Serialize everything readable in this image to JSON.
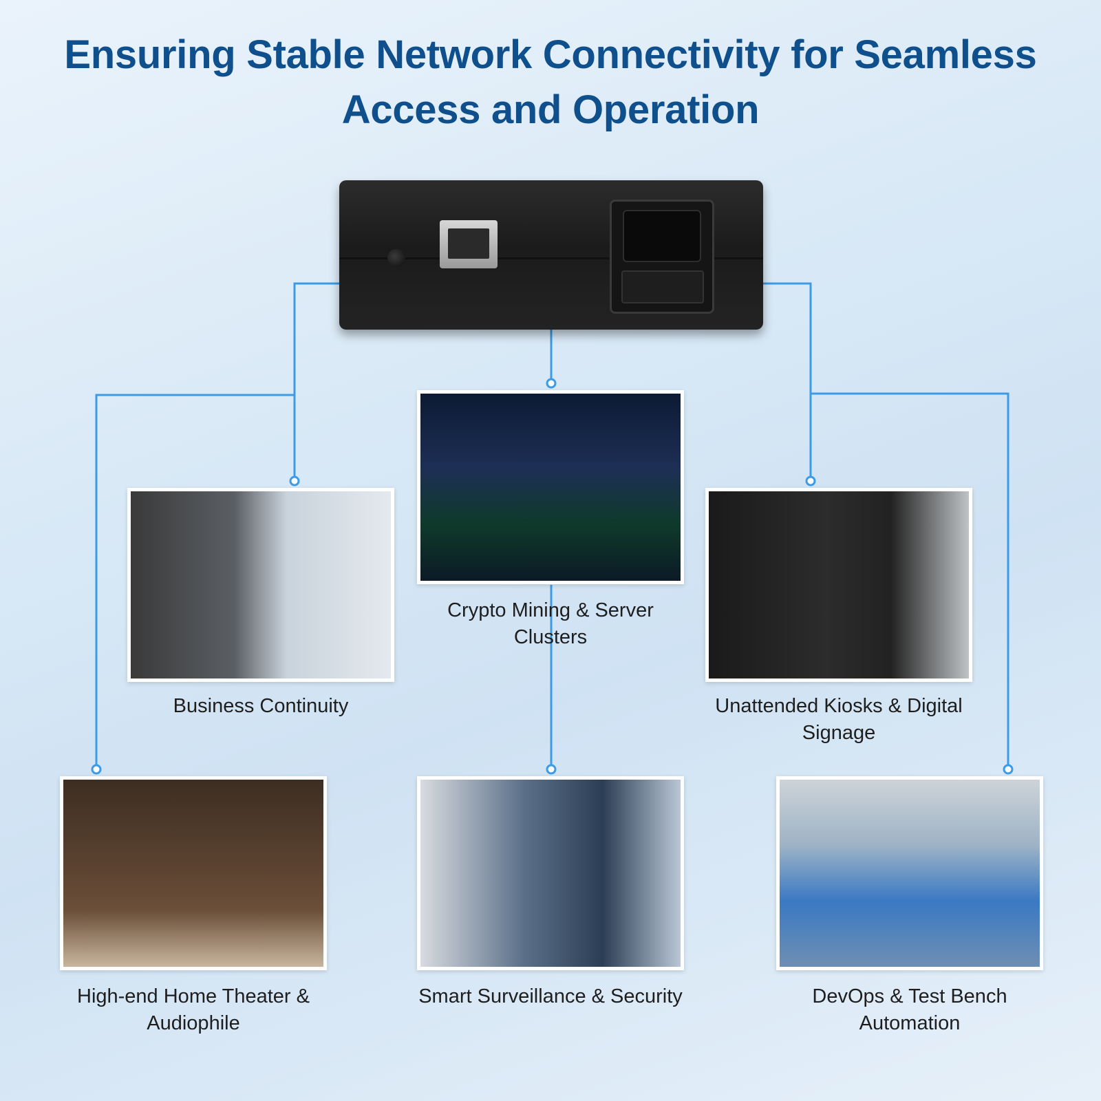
{
  "title": "Ensuring Stable Network Connectivity for Seamless Access and Operation",
  "colors": {
    "title": "#0f4f8c",
    "connector": "#3b9be6",
    "background": "#dbe9f6"
  },
  "device": {
    "icons": [
      "rj45-port-icon",
      "iec-power-inlet-icon"
    ]
  },
  "applications": [
    {
      "id": "business",
      "label": "Business Continuity"
    },
    {
      "id": "crypto",
      "label": "Crypto Mining & Server Clusters"
    },
    {
      "id": "kiosk",
      "label": "Unattended Kiosks & Digital Signage"
    },
    {
      "id": "theater",
      "label": "High-end Home Theater & Audiophile"
    },
    {
      "id": "surveillance",
      "label": "Smart Surveillance & Security"
    },
    {
      "id": "devops",
      "label": "DevOps & Test Bench Automation"
    }
  ]
}
